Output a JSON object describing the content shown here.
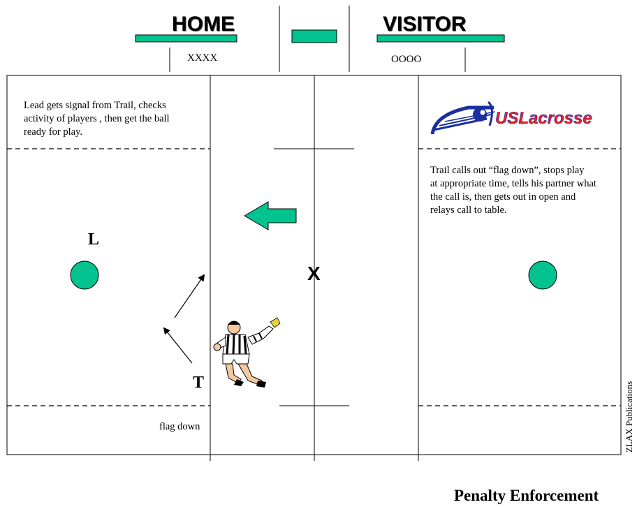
{
  "header": {
    "home_label": "HOME",
    "visitor_label": "VISITOR",
    "home_score": "XXXX",
    "visitor_score": "OOOO"
  },
  "notes": {
    "lead_note": "Lead  gets signal from Trail, checks activity of players , then get the ball ready for play.",
    "lead_note_lines": [
      "Lead  gets signal from Trail, checks",
      "activity of players , then get the ball",
      "ready for play."
    ],
    "trail_note_lines": [
      "Trail calls out “flag down”, stops play",
      "at appropriate time, tells his partner what",
      "the call is, then gets out in open and",
      "relays call to table."
    ],
    "flag_down": "flag down"
  },
  "markers": {
    "lead": "L",
    "trail": "T",
    "ball": "X"
  },
  "logo": {
    "text": "USLacrosse",
    "icon": "lacrosse-ball-swoosh-icon"
  },
  "credit": "ZLAX Publications",
  "title": "Penalty Enforcement",
  "colors": {
    "accent_green": "#00C38F",
    "logo_red": "#E8202A",
    "logo_blue": "#1B2F9E",
    "line": "#000000"
  }
}
